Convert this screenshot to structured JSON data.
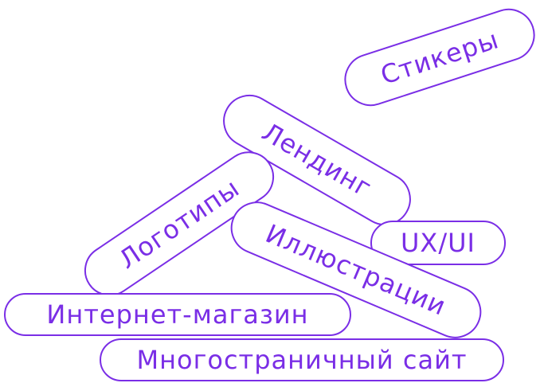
{
  "accent_color": "#7a2ee6",
  "tags": [
    {
      "id": "stickers",
      "label": "Стикеры"
    },
    {
      "id": "landing",
      "label": "Лендинг"
    },
    {
      "id": "ux-ui",
      "label": "UX/UI"
    },
    {
      "id": "logos",
      "label": "Логотипы"
    },
    {
      "id": "illustrations",
      "label": "Иллюстрации"
    },
    {
      "id": "online-store",
      "label": "Интернет-магазин"
    },
    {
      "id": "multipage-site",
      "label": "Многостраничный сайт"
    }
  ]
}
